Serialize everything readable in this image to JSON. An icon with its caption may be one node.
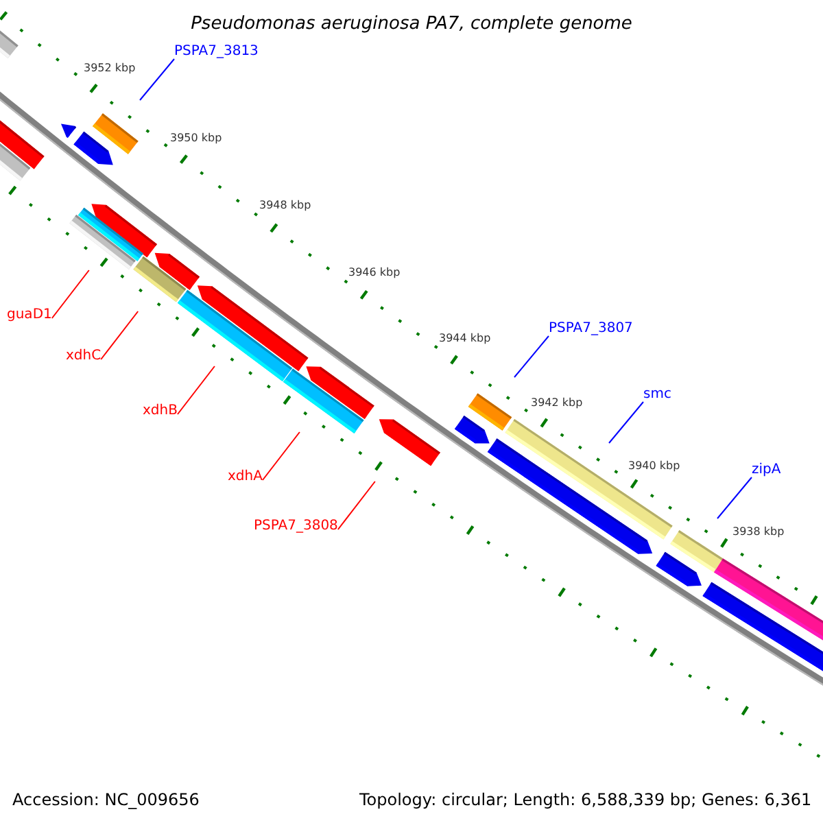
{
  "diagram": {
    "title": "Pseudomonas aeruginosa PA7, complete genome",
    "nodes": [
      {
        "text": [
          "PSPA7_3813"
        ]
      },
      {
        "text": [
          "guaD1"
        ]
      },
      {
        "text": [
          "PSPA7_3807"
        ]
      },
      {
        "text": [
          "xdhC"
        ]
      },
      {
        "text": [
          "smc"
        ]
      },
      {
        "text": [
          "xdhB"
        ]
      },
      {
        "text": [
          "zipA"
        ]
      },
      {
        "text": [
          "xdhA"
        ]
      },
      {
        "text": [
          "PSPA7_3808"
        ]
      }
    ],
    "edges": [
      {
        "from": 0,
        "to": null,
        "arrow": "none",
        "color": "#0000ff"
      },
      {
        "from": 1,
        "to": null,
        "arrow": "none"
      },
      {
        "from": 2,
        "to": null,
        "arrow": "none",
        "color": "#0000ff"
      },
      {
        "from": 3,
        "to": null,
        "arrow": "none"
      },
      {
        "from": 4,
        "to": null,
        "arrow": "none",
        "color": "#0000ff"
      },
      {
        "from": 5,
        "to": null,
        "arrow": "none"
      },
      {
        "from": 6,
        "to": null,
        "arrow": "none",
        "color": "#0000ff"
      },
      {
        "from": 7,
        "to": null,
        "arrow": "none"
      },
      {
        "from": 8,
        "to": null,
        "arrow": "none"
      }
    ],
    "labels": [
      "3952 kbp",
      "3950 kbp",
      "3948 kbp",
      "3946 kbp",
      "3944 kbp",
      "3942 kbp",
      "3940 kbp",
      "3938 kbp",
      "Accession: NC_009656",
      "Topology: circular; Length: 6,588,339 bp; Genes: 6,361"
    ]
  }
}
